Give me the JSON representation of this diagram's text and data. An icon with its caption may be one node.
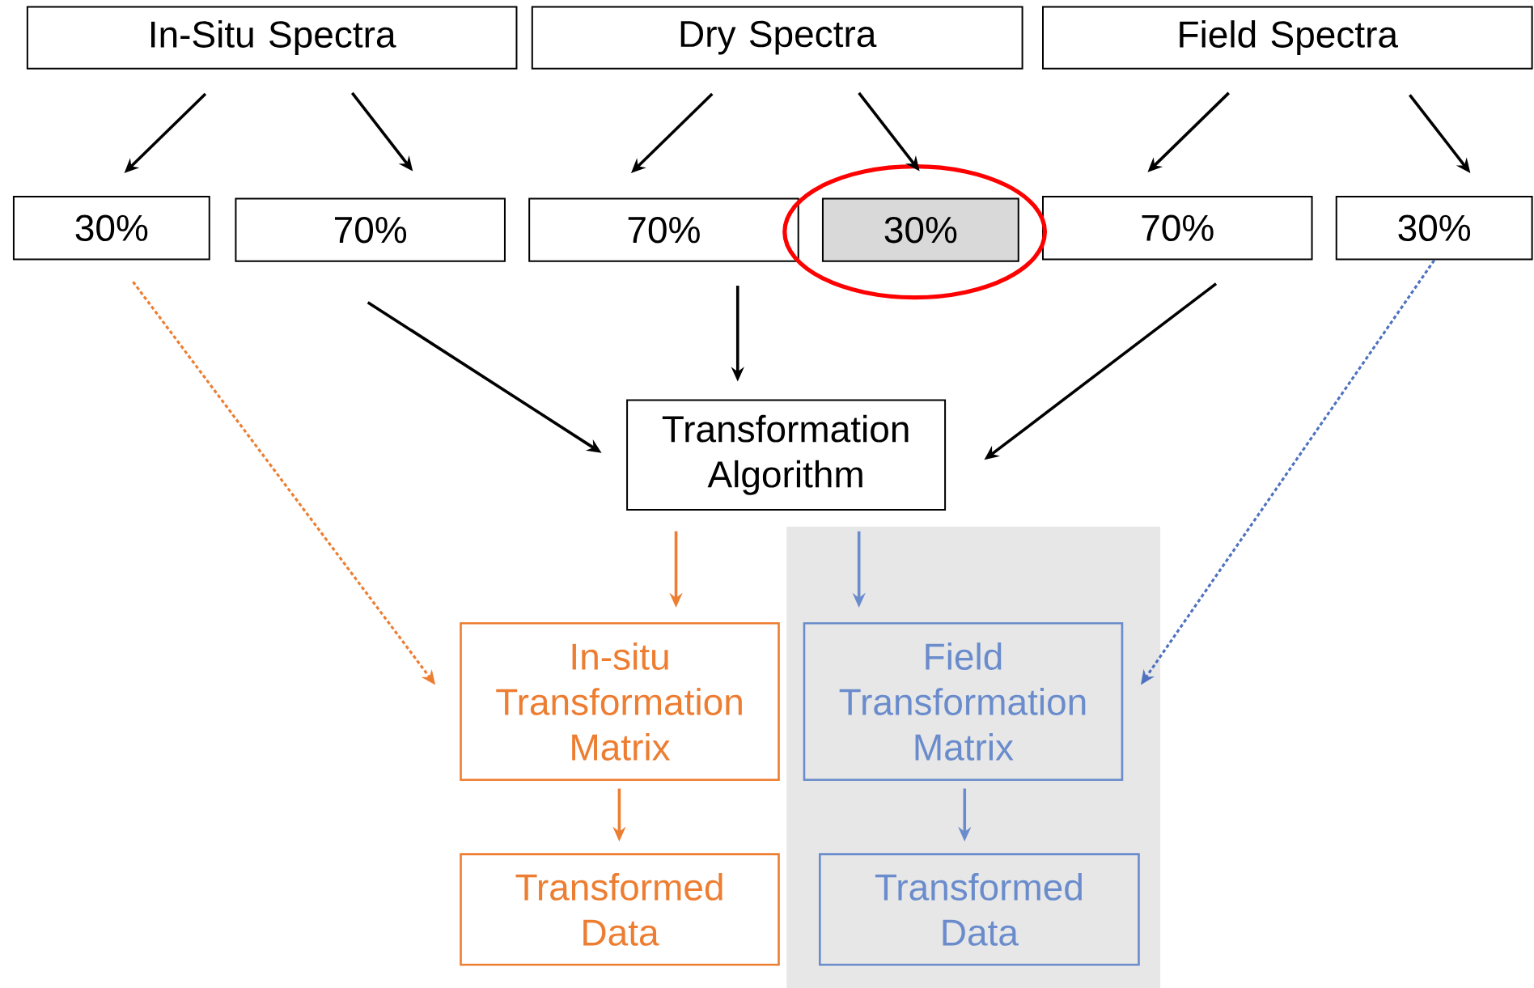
{
  "diagram": {
    "nodes": [
      {
        "text": [
          "In-Situ Spectra"
        ]
      },
      {
        "text": [
          "Dry Spectra"
        ]
      },
      {
        "text": [
          "Field Spectra"
        ]
      },
      {
        "text": [
          "30%"
        ]
      },
      {
        "text": [
          "70%"
        ]
      },
      {
        "text": [
          "70%"
        ]
      },
      {
        "text": [
          "30%"
        ]
      },
      {
        "text": [
          "70%"
        ]
      },
      {
        "text": [
          "30%"
        ]
      },
      {
        "text": [
          "Transformation Algorithm"
        ]
      },
      {
        "text": [
          "In-situ Transformation Matrix"
        ]
      },
      {
        "text": [
          "Field Transformation Matrix"
        ]
      },
      {
        "text": [
          "Transformed Data"
        ]
      },
      {
        "text": [
          "Transformed Data"
        ]
      }
    ],
    "edges": [
      {
        "from": 0,
        "to": 3,
        "arrow": "to"
      },
      {
        "from": 0,
        "to": 4,
        "arrow": "to"
      },
      {
        "from": 1,
        "to": 5,
        "arrow": "to"
      },
      {
        "from": 1,
        "to": 6,
        "arrow": "to"
      },
      {
        "from": 2,
        "to": 7,
        "arrow": "to"
      },
      {
        "from": 2,
        "to": 8,
        "arrow": "to"
      },
      {
        "from": 4,
        "to": 9,
        "arrow": "to"
      },
      {
        "from": 5,
        "to": 9,
        "arrow": "to"
      },
      {
        "from": 7,
        "to": 9,
        "arrow": "to"
      },
      {
        "from": 3,
        "to": 10,
        "arrow": "to",
        "style": "dashed",
        "color": "#ed7d31"
      },
      {
        "from": 8,
        "to": 11,
        "arrow": "to",
        "style": "dashed",
        "color": "#4f72c0"
      },
      {
        "from": 9,
        "to": 10,
        "arrow": "to",
        "color": "#ed7d31"
      },
      {
        "from": 9,
        "to": 11,
        "arrow": "to",
        "color": "#6a8ccc"
      },
      {
        "from": 10,
        "to": 12,
        "arrow": "to",
        "color": "#ed7d31"
      },
      {
        "from": 11,
        "to": 13,
        "arrow": "to",
        "color": "#6a8ccc"
      }
    ]
  }
}
